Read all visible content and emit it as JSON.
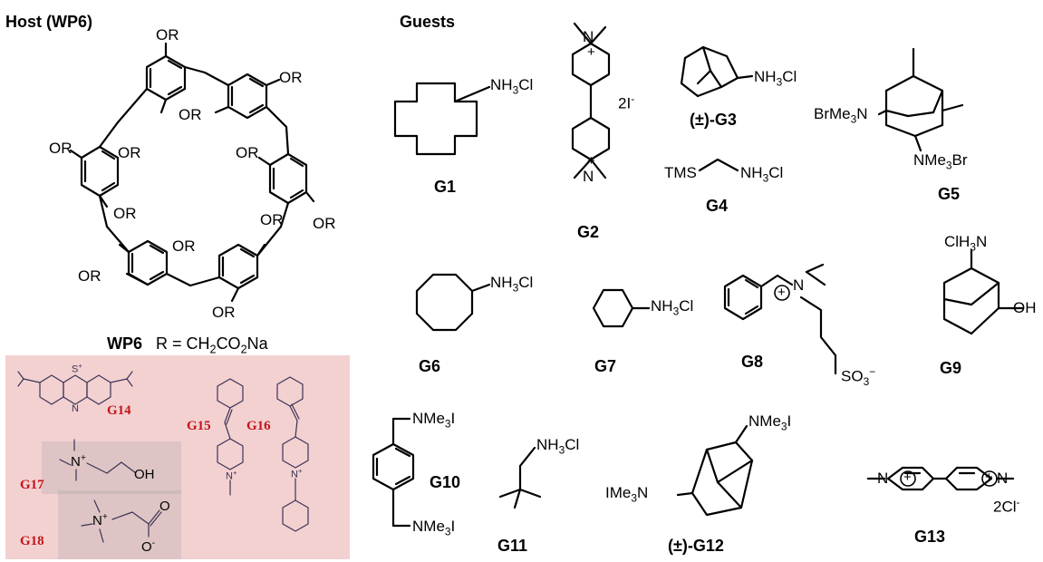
{
  "header": {
    "host_title": "Host (WP6)",
    "guests_title": "Guests"
  },
  "host": {
    "name": "WP6",
    "definition_prefix": "R = CH",
    "definition_sub1": "2",
    "definition_mid": "CO",
    "definition_sub2": "2",
    "definition_suffix": "Na",
    "substituent": "OR"
  },
  "guests": {
    "g1": {
      "label": "G1",
      "group": "NH",
      "sub": "3",
      "tail": "Cl"
    },
    "g2": {
      "label": "G2",
      "counterion": "2I",
      "counterion_sup": "-",
      "charge": "+"
    },
    "g3": {
      "label": "(±)-G3",
      "group": "NH",
      "sub": "3",
      "tail": "Cl"
    },
    "g4": {
      "label": "G4",
      "left": "TMS",
      "group": "NH",
      "sub": "3",
      "tail": "Cl"
    },
    "g5": {
      "label": "G5",
      "left_a": "BrMe",
      "left_sub": "3",
      "left_b": "N",
      "right_a": "NMe",
      "right_sub": "3",
      "right_b": "Br"
    },
    "g6": {
      "label": "G6",
      "group": "NH",
      "sub": "3",
      "tail": "Cl"
    },
    "g7": {
      "label": "G7",
      "group": "NH",
      "sub": "3",
      "tail": "Cl"
    },
    "g8": {
      "label": "G8",
      "n": "N",
      "so": "SO",
      "so_sub": "3",
      "so_sup": "−",
      "plus": "+"
    },
    "g9": {
      "label": "G9",
      "top_a": "ClH",
      "top_sub": "3",
      "top_b": "N",
      "oh": "OH"
    },
    "g10": {
      "label": "G10",
      "group_a": "NMe",
      "group_sub": "3",
      "group_b": "I"
    },
    "g11": {
      "label": "G11",
      "group": "NH",
      "sub": "3",
      "tail": "Cl"
    },
    "g12": {
      "label": "(±)-G12",
      "right_a": "NMe",
      "right_sub": "3",
      "right_b": "I",
      "left_a": "IMe",
      "left_sub": "3",
      "left_b": "N"
    },
    "g13": {
      "label": "G13",
      "n": "N",
      "plus": "+",
      "counterion": "2Cl",
      "counterion_sup": "-"
    }
  },
  "dyes": {
    "g14": {
      "label": "G14",
      "s": "S",
      "s_sup": "+",
      "n": "N"
    },
    "g15": {
      "label": "G15",
      "n": "N",
      "n_sup": "+"
    },
    "g16": {
      "label": "G16",
      "n": "N",
      "n_sup": "+"
    },
    "g17": {
      "label": "G17",
      "n": "N",
      "n_sup": "+",
      "oh": "OH"
    },
    "g18": {
      "label": "G18",
      "n": "N",
      "n_sup": "+",
      "o": "O",
      "o_minus": "O",
      "o_sup": "-"
    }
  },
  "colors": {
    "panel_bg": "#f3d1d1",
    "dye_label": "#c3151b",
    "dye_structure": "#3a3357"
  }
}
